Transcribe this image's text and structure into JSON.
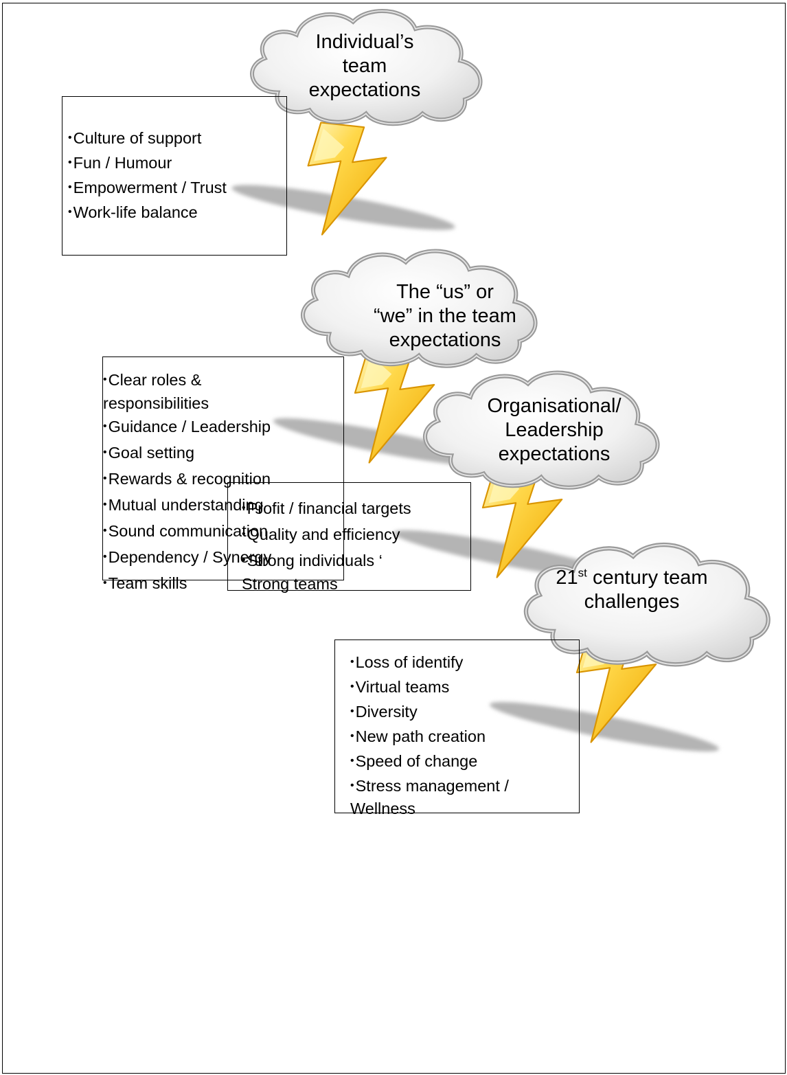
{
  "clouds": [
    {
      "lines": [
        "Individual’s",
        "team",
        "expectations"
      ]
    },
    {
      "lines": [
        "The “us” or",
        "“we” in the team",
        "expectations"
      ]
    },
    {
      "lines": [
        "Organisational/",
        "Leadership",
        "expectations"
      ]
    },
    {
      "prefix": "21",
      "sup": "st",
      "suffix": " century team",
      "line2": "challenges"
    }
  ],
  "boxes": [
    {
      "items": [
        {
          "text": "Culture of support"
        },
        {
          "text": "Fun / Humour"
        },
        {
          "text": "Empowerment / Trust"
        },
        {
          "text": "Work-life balance"
        }
      ]
    },
    {
      "items": [
        {
          "text": "Clear roles &",
          "cont": "responsibilities"
        },
        {
          "text": "Guidance / Leadership"
        },
        {
          "text": "Goal setting"
        },
        {
          "text": "Rewards & recognition"
        },
        {
          "text": "Mutual understanding"
        },
        {
          "text": "Sound communication"
        },
        {
          "text": "Dependency / Synergy"
        },
        {
          "text": "Team skills"
        }
      ]
    },
    {
      "items": [
        {
          "text": "Profit / financial targets"
        },
        {
          "text": "Quality and efficiency"
        },
        {
          "text": "Strong individuals ‘",
          "cont": "Strong teams"
        }
      ]
    },
    {
      "items": [
        {
          "text": "Loss of identify"
        },
        {
          "text": "Virtual teams"
        },
        {
          "text": "Diversity"
        },
        {
          "text": "New path creation"
        },
        {
          "text": "Speed of change"
        },
        {
          "text": "Stress management /",
          "cont": "Wellness"
        }
      ]
    }
  ],
  "bullet_char": "•",
  "colors": {
    "cloud_fill": "#f2f2f2",
    "cloud_outline": "#9a9a9a",
    "bolt_fill": "#f6c316",
    "bolt_highlight": "#fff6b8",
    "bolt_outline": "#d99400",
    "shadow": "#b4b4b4",
    "box_border": "#000000"
  },
  "icons": [
    "cloud-icon",
    "lightning-bolt-icon",
    "bolt-shadow"
  ]
}
